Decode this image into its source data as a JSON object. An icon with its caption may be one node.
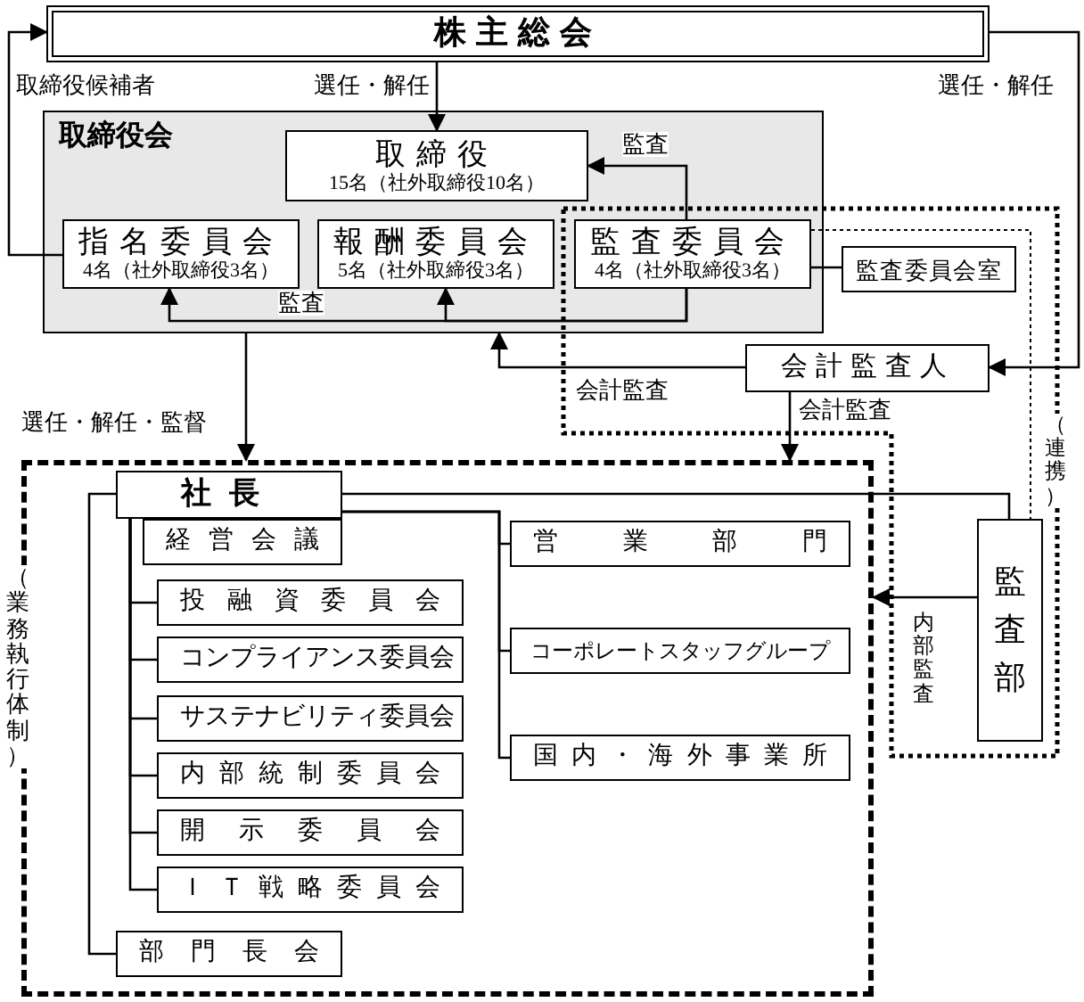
{
  "diagram": {
    "nodes": [
      {
        "text": [
          "株主総会"
        ]
      },
      {
        "text": [
          "取締役会"
        ]
      },
      {
        "text": [
          "取締役",
          "15名（社外取締役10名）"
        ],
        "in": 1
      },
      {
        "text": [
          "指名委員会",
          "4名（社外取締役3名）"
        ],
        "in": 1
      },
      {
        "text": [
          "報酬委員会",
          "5名（社外取締役3名）"
        ],
        "in": 1
      },
      {
        "text": [
          "監査委員会",
          "4名（社外取締役3名）"
        ],
        "in": 1
      },
      {
        "text": [
          "監査委員会室"
        ]
      },
      {
        "text": [
          "会計監査人"
        ]
      },
      {
        "text": [
          "（業務執行体制）"
        ]
      },
      {
        "text": [
          "社長"
        ],
        "in": 8
      },
      {
        "text": [
          "経営会議"
        ],
        "in": 8
      },
      {
        "text": [
          "投融資委員会"
        ],
        "in": 8
      },
      {
        "text": [
          "コンプライアンス委員会"
        ],
        "in": 8
      },
      {
        "text": [
          "サステナビリティ委員会"
        ],
        "in": 8
      },
      {
        "text": [
          "内部統制委員会"
        ],
        "in": 8
      },
      {
        "text": [
          "開示委員会"
        ],
        "in": 8
      },
      {
        "text": [
          "ＩＴ戦略委員会"
        ],
        "in": 8
      },
      {
        "text": [
          "部門長会"
        ],
        "in": 8
      },
      {
        "text": [
          "営業部門"
        ],
        "in": 8
      },
      {
        "text": [
          "コーポレートスタッフグループ"
        ],
        "in": 8
      },
      {
        "text": [
          "国内・海外事業所"
        ],
        "in": 8
      },
      {
        "text": [
          "監査部"
        ]
      }
    ],
    "edges": [
      {
        "from": 0,
        "to": 2,
        "arrow": "to",
        "label": "選任・解任"
      },
      {
        "from": 3,
        "to": 0,
        "arrow": "to",
        "label": "取締役候補者"
      },
      {
        "from": 0,
        "to": 7,
        "arrow": "to",
        "label": "選任・解任"
      },
      {
        "from": 5,
        "to": 2,
        "arrow": "to",
        "label": "監査"
      },
      {
        "from": 5,
        "to": 3,
        "arrow": "to",
        "label": "監査"
      },
      {
        "from": 5,
        "to": 4,
        "arrow": "to"
      },
      {
        "from": 5,
        "to": 6,
        "arrow": "none"
      },
      {
        "from": 7,
        "to": 1,
        "arrow": "to",
        "label": "会計監査"
      },
      {
        "from": 7,
        "to": 8,
        "arrow": "to",
        "label": "会計監査"
      },
      {
        "from": 1,
        "to": 8,
        "arrow": "to",
        "label": "選任・解任・監督"
      },
      {
        "from": 21,
        "to": 8,
        "arrow": "to",
        "label": "内部監査"
      },
      {
        "from": 5,
        "to": 21,
        "arrow": "none",
        "label": "（連携）",
        "style": "dashed"
      },
      {
        "from": 9,
        "to": 17,
        "arrow": "none"
      },
      {
        "from": 9,
        "to": 11,
        "arrow": "none"
      },
      {
        "from": 9,
        "to": 12,
        "arrow": "none"
      },
      {
        "from": 9,
        "to": 13,
        "arrow": "none"
      },
      {
        "from": 9,
        "to": 14,
        "arrow": "none"
      },
      {
        "from": 9,
        "to": 15,
        "arrow": "none"
      },
      {
        "from": 9,
        "to": 16,
        "arrow": "none"
      },
      {
        "from": 9,
        "to": 21,
        "arrow": "none"
      },
      {
        "from": 9,
        "to": 18,
        "arrow": "none"
      },
      {
        "from": 9,
        "to": 19,
        "arrow": "none"
      },
      {
        "from": 9,
        "to": 20,
        "arrow": "none"
      }
    ]
  }
}
